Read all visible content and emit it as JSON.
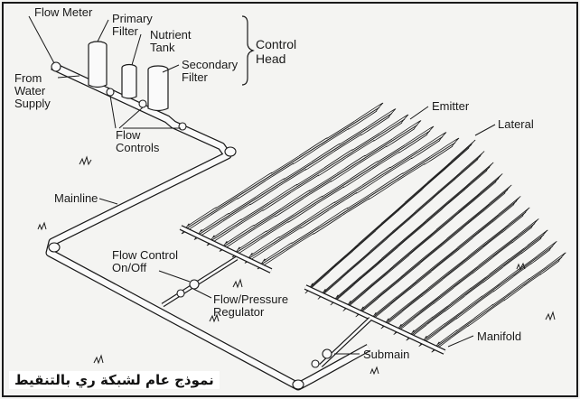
{
  "labels": {
    "flow_meter": "Flow Meter",
    "primary_filter": "Primary\nFilter",
    "nutrient_tank": "Nutrient\nTank",
    "control_head": "Control\nHead",
    "secondary_filter": "Secondary\nFilter",
    "from_water_supply": "From\nWater\nSupply",
    "flow_controls": "Flow\nControls",
    "emitter": "Emitter",
    "lateral": "Lateral",
    "mainline": "Mainline",
    "flow_control_onoff": "Flow Control\nOn/Off",
    "flow_pressure_regulator": "Flow/Pressure\nRegulator",
    "submain": "Submain",
    "manifold": "Manifold"
  },
  "caption": "نموذج عام لشبكة ري بالتنقيط",
  "colors": {
    "ink": "#1a1a1a",
    "pipe_fill": "#fafafa",
    "paper": "#f4f4f2"
  }
}
